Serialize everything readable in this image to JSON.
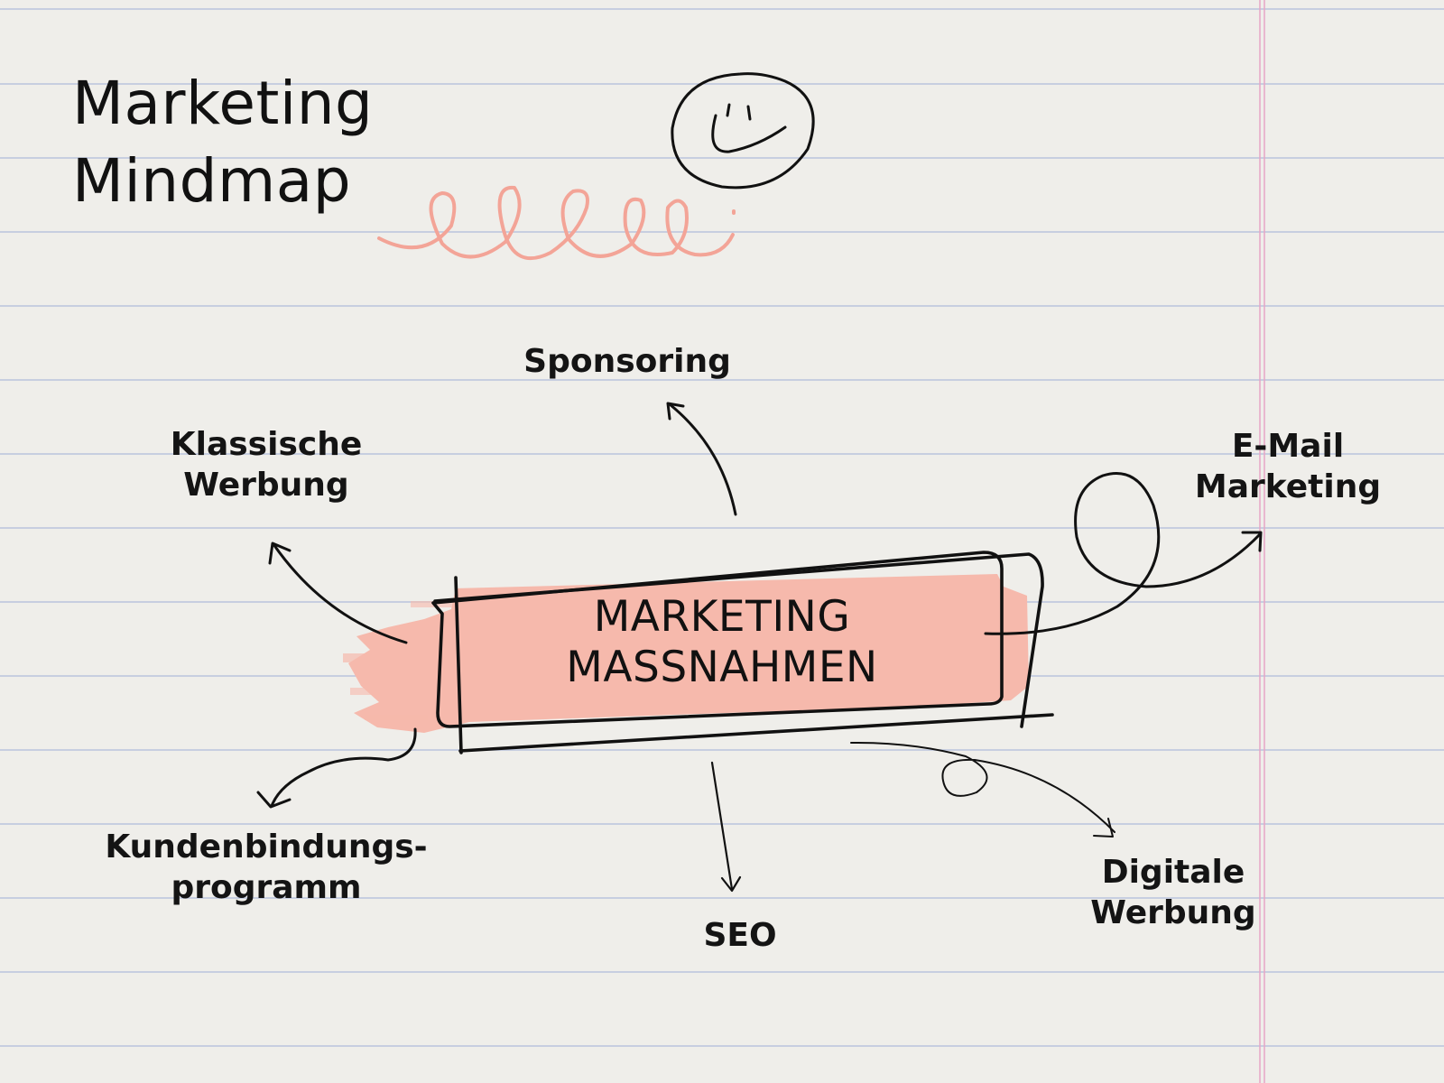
{
  "title": {
    "line1": "Marketing",
    "line2": "Mindmap"
  },
  "center_node": {
    "line1": "MARKETING",
    "line2": "MASSNAHMEN"
  },
  "nodes": {
    "sponsoring": [
      "Sponsoring"
    ],
    "klassische_werbung": [
      "Klassische",
      "Werbung"
    ],
    "email_marketing": [
      "E-Mail",
      "Marketing"
    ],
    "kundenbindungsprogramm": [
      "Kundenbindungs-",
      "programm"
    ],
    "seo": [
      "SEO"
    ],
    "digitale_werbung": [
      "Digitale",
      "Werbung"
    ]
  },
  "colors": {
    "paper": "#efeeea",
    "rule_lines": "#b9c3dc",
    "margin_line": "#e8a5c4",
    "brush_highlight": "#f6b8ab",
    "squiggle": "#f4a59a",
    "ink": "#111111"
  }
}
